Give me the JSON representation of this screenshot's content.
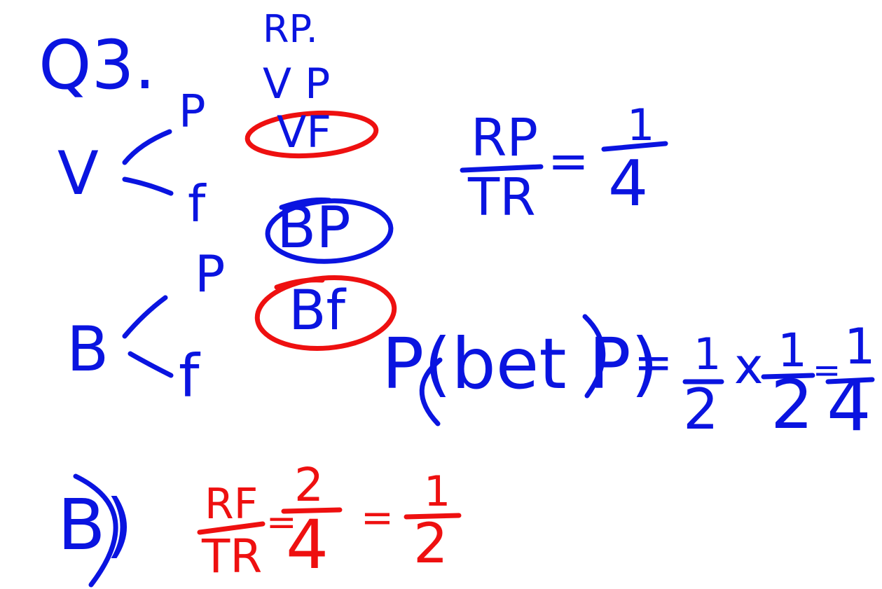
{
  "colors": {
    "ink_blue": "#0a14e0",
    "ink_red": "#ee1010",
    "background": "#ffffff"
  },
  "question": {
    "label": "Q3."
  },
  "tree": {
    "top_branch": {
      "root": "V",
      "upper": "P",
      "lower": "f"
    },
    "bottom_branch": {
      "root": "B",
      "upper": "P",
      "lower": "f"
    }
  },
  "outcomes": {
    "header_top": "RP.",
    "header_bottom": "V P",
    "vf": "VF",
    "bp": "BP",
    "bf": "Bf"
  },
  "formulas": {
    "rp_num": "RP",
    "rp_den": "TR",
    "rp_eq": "=",
    "rp_val_num": "1",
    "rp_val_den": "4",
    "prob_lhs": "P(bet P)",
    "prob_eq": "=",
    "prob_a_num": "1",
    "prob_a_den": "2",
    "prob_times": "x",
    "prob_b_num": "1",
    "prob_b_den": "2",
    "prob_eq2": "=",
    "prob_res_num": "1",
    "prob_res_den": "4"
  },
  "answer": {
    "label": "B)",
    "rf_num": "RF",
    "rf_den": "TR",
    "eq1": "=",
    "frac1_num": "2",
    "frac1_den": "4",
    "eq2": "=",
    "frac2_num": "1",
    "frac2_den": "2"
  }
}
